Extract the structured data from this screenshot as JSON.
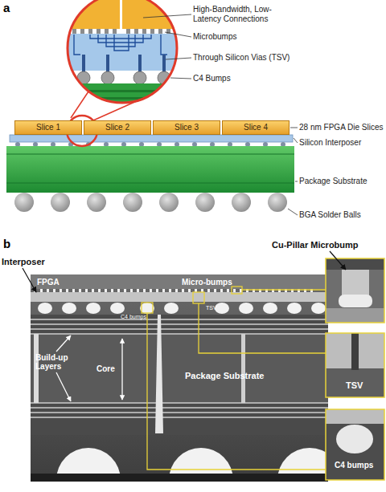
{
  "diagram": {
    "nodes": [
      {
        "text": [
          "Slice 1"
        ]
      },
      {
        "text": [
          "Slice 2"
        ]
      },
      {
        "text": [
          "Slice 3"
        ]
      },
      {
        "text": [
          "Slice 4"
        ]
      }
    ],
    "labels": [
      "a",
      "High-Bandwidth, Low-Latency Connections",
      "Microbumps",
      "Through Silicon Vias (TSV)",
      "C4 Bumps",
      "28 nm FPGA Die Slices",
      "Silicon Interposer",
      "Package Substrate",
      "BGA Solder Balls",
      "b",
      "Interposer",
      "Cu-Pillar Microbump",
      "FPGA",
      "Micro-bumps",
      "C4 bumps",
      "TSV",
      "Build-up Layers",
      "Core",
      "Package Substrate",
      "TSV",
      "C4 bumps"
    ]
  }
}
